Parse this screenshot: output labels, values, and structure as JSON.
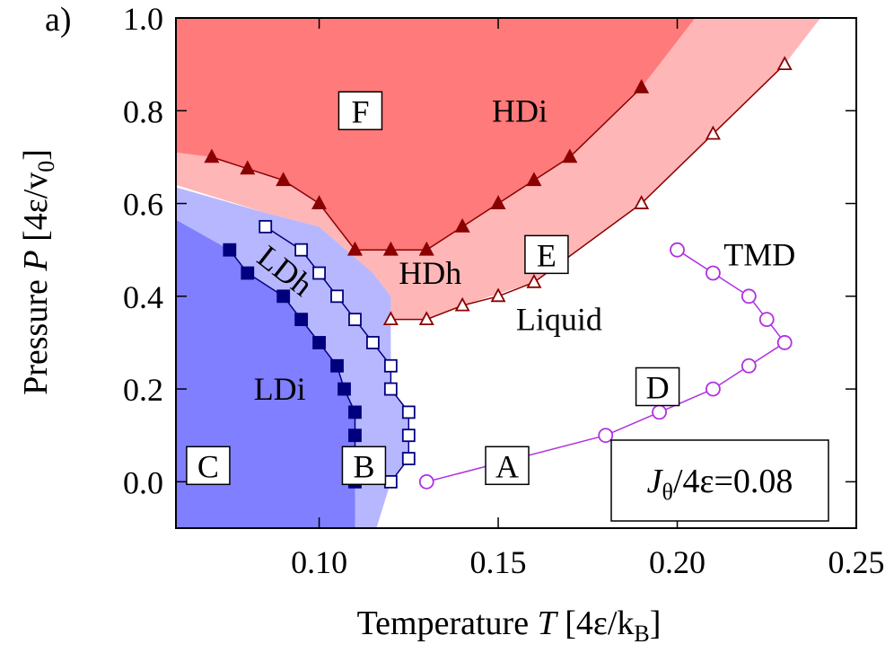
{
  "panel_label": "a)",
  "chart_data": {
    "type": "scatter",
    "xlabel": {
      "prefix": "Temperature ",
      "var": "T",
      "unit": " [4ε/k",
      "sub": "B",
      "close": "]"
    },
    "ylabel": {
      "prefix": "Pressure ",
      "var": "P",
      "unit": " [4ε/v",
      "sub": "0",
      "close": "]"
    },
    "xlim": [
      0.06,
      0.25
    ],
    "ylim": [
      -0.1,
      1.0
    ],
    "xticks": [
      0.1,
      0.15,
      0.2,
      0.25
    ],
    "xtick_labels": [
      "0.10",
      "0.15",
      "0.20",
      "0.25"
    ],
    "yticks": [
      0.0,
      0.2,
      0.4,
      0.6,
      0.8,
      1.0
    ],
    "ytick_labels": [
      "0.0",
      "0.2",
      "0.4",
      "0.6",
      "0.8",
      "1.0"
    ],
    "regions": [
      {
        "label": "Liquid",
        "color": "#ffffff"
      },
      {
        "label": "HDh",
        "color": "#ffb6b6",
        "points": [
          [
            0.06,
            0.71
          ],
          [
            0.07,
            0.7
          ],
          [
            0.08,
            0.675
          ],
          [
            0.09,
            0.65
          ],
          [
            0.1,
            0.6
          ],
          [
            0.11,
            0.5
          ],
          [
            0.12,
            0.5
          ],
          [
            0.13,
            0.5
          ],
          [
            0.14,
            0.55
          ],
          [
            0.15,
            0.6
          ],
          [
            0.16,
            0.65
          ],
          [
            0.17,
            0.7
          ],
          [
            0.19,
            0.85
          ],
          [
            0.205,
            1.0
          ],
          [
            0.24,
            1.0
          ],
          [
            0.23,
            0.9
          ],
          [
            0.21,
            0.75
          ],
          [
            0.19,
            0.6
          ],
          [
            0.16,
            0.43
          ],
          [
            0.14,
            0.38
          ],
          [
            0.13,
            0.35
          ],
          [
            0.12,
            0.35
          ],
          [
            0.12,
            0.4
          ],
          [
            0.115,
            0.45
          ],
          [
            0.1,
            0.55
          ],
          [
            0.085,
            0.58
          ],
          [
            0.06,
            0.64
          ]
        ]
      },
      {
        "label": "HDi",
        "color": "#ff7a7a",
        "points": [
          [
            0.06,
            1.0
          ],
          [
            0.205,
            1.0
          ],
          [
            0.19,
            0.85
          ],
          [
            0.17,
            0.7
          ],
          [
            0.16,
            0.65
          ],
          [
            0.15,
            0.6
          ],
          [
            0.14,
            0.55
          ],
          [
            0.13,
            0.5
          ],
          [
            0.12,
            0.5
          ],
          [
            0.11,
            0.5
          ],
          [
            0.1,
            0.6
          ],
          [
            0.09,
            0.65
          ],
          [
            0.08,
            0.675
          ],
          [
            0.07,
            0.7
          ],
          [
            0.06,
            0.71
          ]
        ]
      },
      {
        "label": "LDh",
        "color": "#b7b7ff",
        "points": [
          [
            0.06,
            0.635
          ],
          [
            0.085,
            0.58
          ],
          [
            0.1,
            0.55
          ],
          [
            0.115,
            0.45
          ],
          [
            0.12,
            0.4
          ],
          [
            0.12,
            0.35
          ],
          [
            0.12,
            0.3
          ],
          [
            0.12,
            0.25
          ],
          [
            0.12,
            0.2
          ],
          [
            0.125,
            0.15
          ],
          [
            0.125,
            0.1
          ],
          [
            0.125,
            0.05
          ],
          [
            0.12,
            0.0
          ],
          [
            0.116,
            -0.1
          ],
          [
            0.11,
            -0.1
          ],
          [
            0.11,
            0.0
          ],
          [
            0.11,
            0.05
          ],
          [
            0.11,
            0.1
          ],
          [
            0.11,
            0.15
          ],
          [
            0.107,
            0.2
          ],
          [
            0.105,
            0.25
          ],
          [
            0.1,
            0.3
          ],
          [
            0.095,
            0.35
          ],
          [
            0.09,
            0.4
          ],
          [
            0.08,
            0.45
          ],
          [
            0.075,
            0.5
          ],
          [
            0.06,
            0.565
          ]
        ]
      },
      {
        "label": "LDi",
        "color": "#7f7fff",
        "points": [
          [
            0.06,
            -0.1
          ],
          [
            0.11,
            -0.1
          ],
          [
            0.11,
            0.0
          ],
          [
            0.11,
            0.05
          ],
          [
            0.11,
            0.1
          ],
          [
            0.11,
            0.15
          ],
          [
            0.107,
            0.2
          ],
          [
            0.105,
            0.25
          ],
          [
            0.1,
            0.3
          ],
          [
            0.095,
            0.35
          ],
          [
            0.09,
            0.4
          ],
          [
            0.08,
            0.45
          ],
          [
            0.075,
            0.5
          ],
          [
            0.06,
            0.565
          ]
        ]
      }
    ],
    "series": [
      {
        "marker": "square-filled",
        "color": "#00007f",
        "x": [
          0.075,
          0.08,
          0.09,
          0.095,
          0.1,
          0.105,
          0.107,
          0.11,
          0.11,
          0.11,
          0.11
        ],
        "y": [
          0.5,
          0.45,
          0.4,
          0.35,
          0.3,
          0.25,
          0.2,
          0.15,
          0.1,
          0.05,
          0.0
        ]
      },
      {
        "marker": "square-open",
        "color": "#00007f",
        "x": [
          0.085,
          0.095,
          0.1,
          0.105,
          0.11,
          0.115,
          0.12,
          0.12,
          0.125,
          0.125,
          0.125,
          0.12
        ],
        "y": [
          0.55,
          0.5,
          0.45,
          0.4,
          0.35,
          0.3,
          0.25,
          0.2,
          0.15,
          0.1,
          0.05,
          0.0
        ]
      },
      {
        "marker": "triangle-filled",
        "color": "#8b0000",
        "x": [
          0.07,
          0.08,
          0.09,
          0.1,
          0.11,
          0.12,
          0.13,
          0.14,
          0.15,
          0.16,
          0.17,
          0.19
        ],
        "y": [
          0.7,
          0.675,
          0.65,
          0.6,
          0.5,
          0.5,
          0.5,
          0.55,
          0.6,
          0.65,
          0.7,
          0.85
        ]
      },
      {
        "marker": "triangle-open",
        "color": "#8b0000",
        "x": [
          0.12,
          0.13,
          0.14,
          0.15,
          0.16,
          0.19,
          0.21,
          0.23
        ],
        "y": [
          0.35,
          0.35,
          0.38,
          0.4,
          0.43,
          0.6,
          0.75,
          0.9
        ]
      },
      {
        "marker": "circle-open",
        "color": "#b030e0",
        "x": [
          0.13,
          0.18,
          0.195,
          0.21,
          0.22,
          0.23,
          0.225,
          0.22,
          0.21,
          0.2
        ],
        "y": [
          0.0,
          0.1,
          0.15,
          0.2,
          0.25,
          0.3,
          0.35,
          0.4,
          0.45,
          0.5
        ]
      }
    ],
    "text_labels": [
      {
        "text": "HDi",
        "x": 0.156,
        "y": 0.8
      },
      {
        "text": "HDh",
        "x": 0.131,
        "y": 0.45
      },
      {
        "text": "LDh",
        "x": 0.0905,
        "y": 0.455,
        "rotate": 38
      },
      {
        "text": "LDi",
        "x": 0.089,
        "y": 0.2
      },
      {
        "text": "Liquid",
        "x": 0.167,
        "y": 0.35
      },
      {
        "text": "TMD",
        "x": 0.223,
        "y": 0.49
      }
    ],
    "boxed_labels": [
      {
        "text": "F",
        "x": 0.1115,
        "y": 0.8
      },
      {
        "text": "E",
        "x": 0.1635,
        "y": 0.49
      },
      {
        "text": "D",
        "x": 0.1945,
        "y": 0.205
      },
      {
        "text": "A",
        "x": 0.1525,
        "y": 0.035
      },
      {
        "text": "B",
        "x": 0.1125,
        "y": 0.035
      },
      {
        "text": "C",
        "x": 0.069,
        "y": 0.035
      }
    ],
    "annotation": {
      "var": "J",
      "sub": "θ",
      "rest": "/4ε=0.08"
    }
  }
}
